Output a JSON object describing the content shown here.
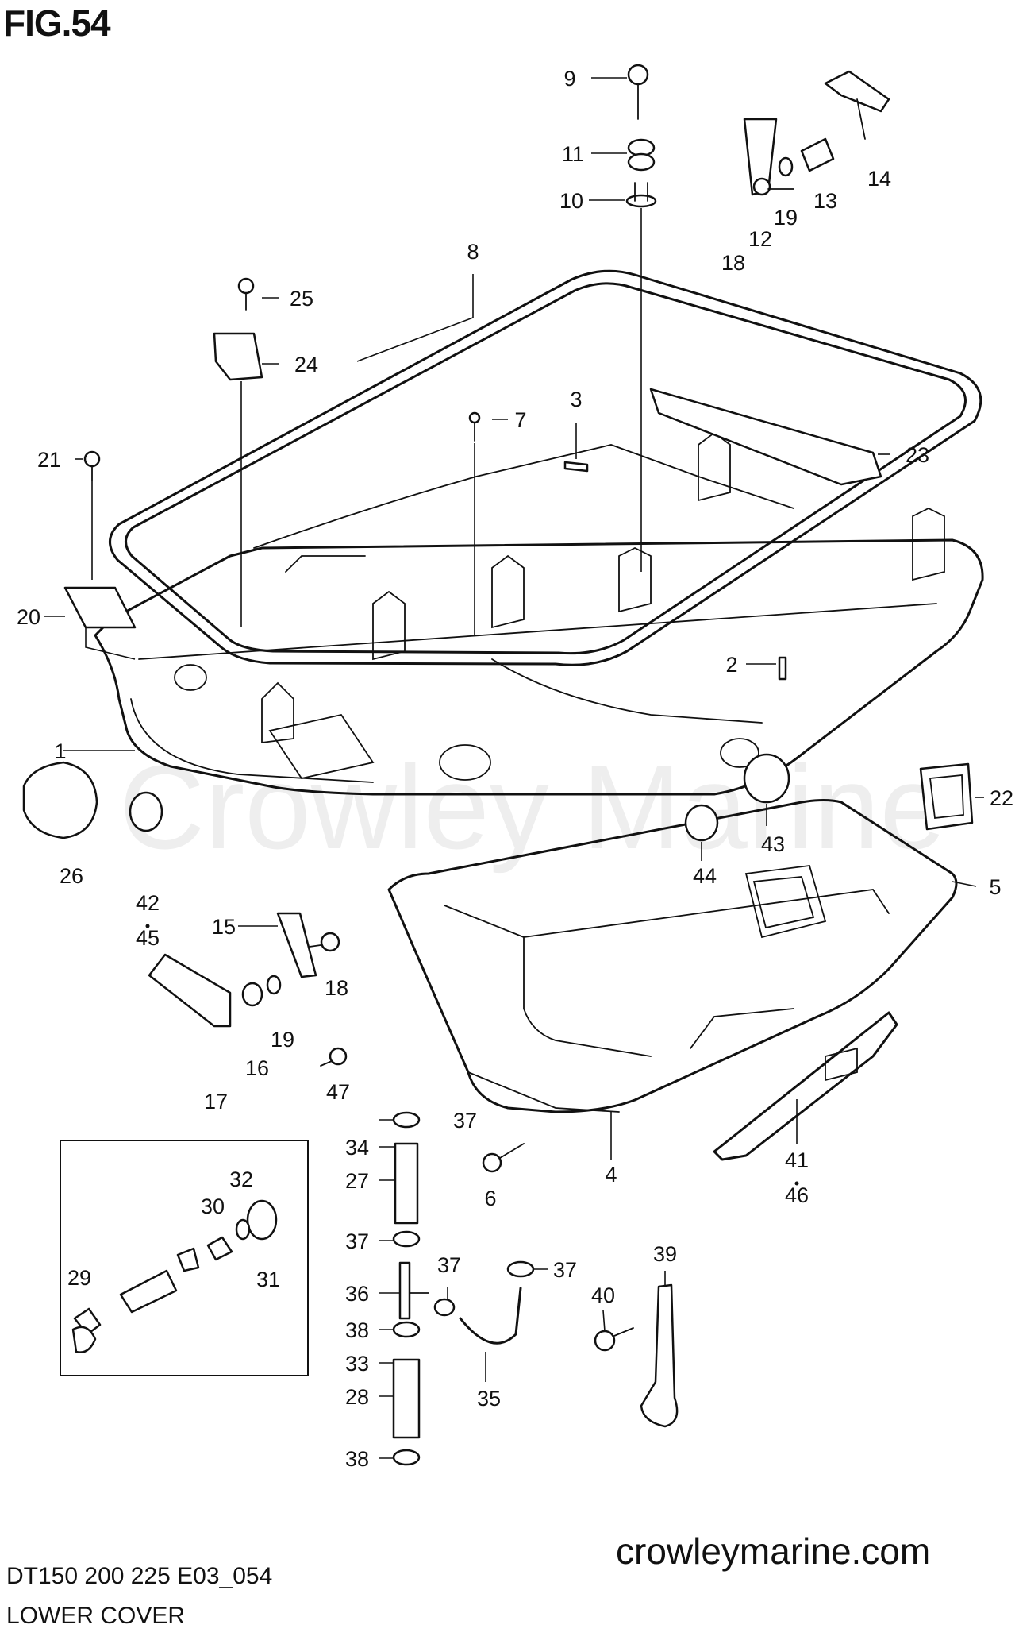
{
  "figure": {
    "title": "FIG.54",
    "model_code": "DT150 200 225 E03_054",
    "caption": "LOWER COVER",
    "website": "crowleymarine.com",
    "watermark": "Crowley Marine"
  },
  "callouts": [
    {
      "id": "c1",
      "label": "1"
    },
    {
      "id": "c2",
      "label": "2"
    },
    {
      "id": "c3",
      "label": "3"
    },
    {
      "id": "c4",
      "label": "4"
    },
    {
      "id": "c5",
      "label": "5"
    },
    {
      "id": "c6",
      "label": "6"
    },
    {
      "id": "c7",
      "label": "7"
    },
    {
      "id": "c8",
      "label": "8"
    },
    {
      "id": "c9",
      "label": "9"
    },
    {
      "id": "c10",
      "label": "10"
    },
    {
      "id": "c11",
      "label": "11"
    },
    {
      "id": "c12",
      "label": "12"
    },
    {
      "id": "c13",
      "label": "13"
    },
    {
      "id": "c14",
      "label": "14"
    },
    {
      "id": "c15",
      "label": "15"
    },
    {
      "id": "c16",
      "label": "16"
    },
    {
      "id": "c17",
      "label": "17"
    },
    {
      "id": "c18a",
      "label": "18"
    },
    {
      "id": "c18b",
      "label": "18"
    },
    {
      "id": "c19a",
      "label": "19"
    },
    {
      "id": "c19b",
      "label": "19"
    },
    {
      "id": "c20",
      "label": "20"
    },
    {
      "id": "c21",
      "label": "21"
    },
    {
      "id": "c22",
      "label": "22"
    },
    {
      "id": "c23",
      "label": "23"
    },
    {
      "id": "c24",
      "label": "24"
    },
    {
      "id": "c25",
      "label": "25"
    },
    {
      "id": "c26",
      "label": "26"
    },
    {
      "id": "c27",
      "label": "27"
    },
    {
      "id": "c28",
      "label": "28"
    },
    {
      "id": "c29",
      "label": "29"
    },
    {
      "id": "c30",
      "label": "30"
    },
    {
      "id": "c31",
      "label": "31"
    },
    {
      "id": "c32",
      "label": "32"
    },
    {
      "id": "c33",
      "label": "33"
    },
    {
      "id": "c34",
      "label": "34"
    },
    {
      "id": "c35",
      "label": "35"
    },
    {
      "id": "c36",
      "label": "36"
    },
    {
      "id": "c37a",
      "label": "37"
    },
    {
      "id": "c37b",
      "label": "37"
    },
    {
      "id": "c37c",
      "label": "37"
    },
    {
      "id": "c37d",
      "label": "37"
    },
    {
      "id": "c38a",
      "label": "38"
    },
    {
      "id": "c38b",
      "label": "38"
    },
    {
      "id": "c39",
      "label": "39"
    },
    {
      "id": "c40",
      "label": "40"
    },
    {
      "id": "c41",
      "label": "41"
    },
    {
      "id": "c42",
      "label": "42"
    },
    {
      "id": "c43",
      "label": "43"
    },
    {
      "id": "c44",
      "label": "44"
    },
    {
      "id": "c45",
      "label": "45"
    },
    {
      "id": "c46",
      "label": "46"
    },
    {
      "id": "c47",
      "label": "47"
    }
  ]
}
